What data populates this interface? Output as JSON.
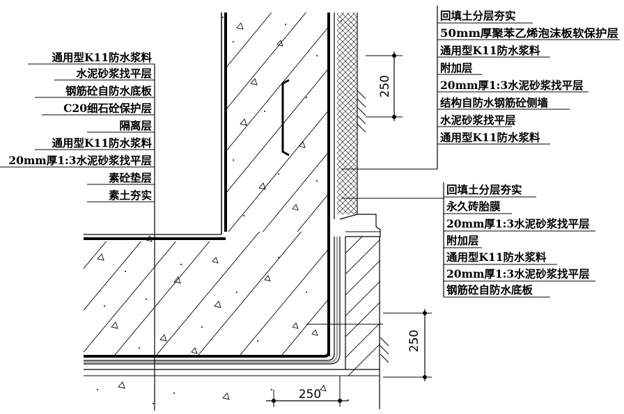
{
  "left_callout": {
    "labels": [
      "通用型K11防水浆料",
      "水泥砂浆找平层",
      "钢筋砼自防水底板",
      "C20细石砼保护层",
      "隔离层",
      "通用型K11防水浆料",
      "20mm厚1:3水泥砂浆找平层",
      "素砼垫层",
      "素土夯实"
    ]
  },
  "upper_right_callout": {
    "labels": [
      "回填土分层夯实",
      "50mm厚聚苯乙烯泡沫板软保护层",
      "通用型K11防水浆料",
      "附加层",
      "20mm厚1:3水泥砂浆找平层",
      "结构自防水钢筋砼侧墙",
      "水泥砂浆找平层",
      "通用型K11防水浆料"
    ]
  },
  "lower_right_callout": {
    "labels": [
      "回填土分层夯实",
      "永久砖胎膜",
      "20mm厚1:3水泥砂浆找平层",
      "附加层",
      "通用型K11防水浆料",
      "20mm厚1:3水泥砂浆找平层",
      "钢筋砼自防水底板"
    ]
  },
  "dimensions": {
    "upper_vertical": "250",
    "lower_vertical": "250",
    "bottom_horizontal": "250"
  },
  "colors": {
    "line": "#000000",
    "background": "#ffffff",
    "membrane_fill": "#d8d8d8"
  }
}
